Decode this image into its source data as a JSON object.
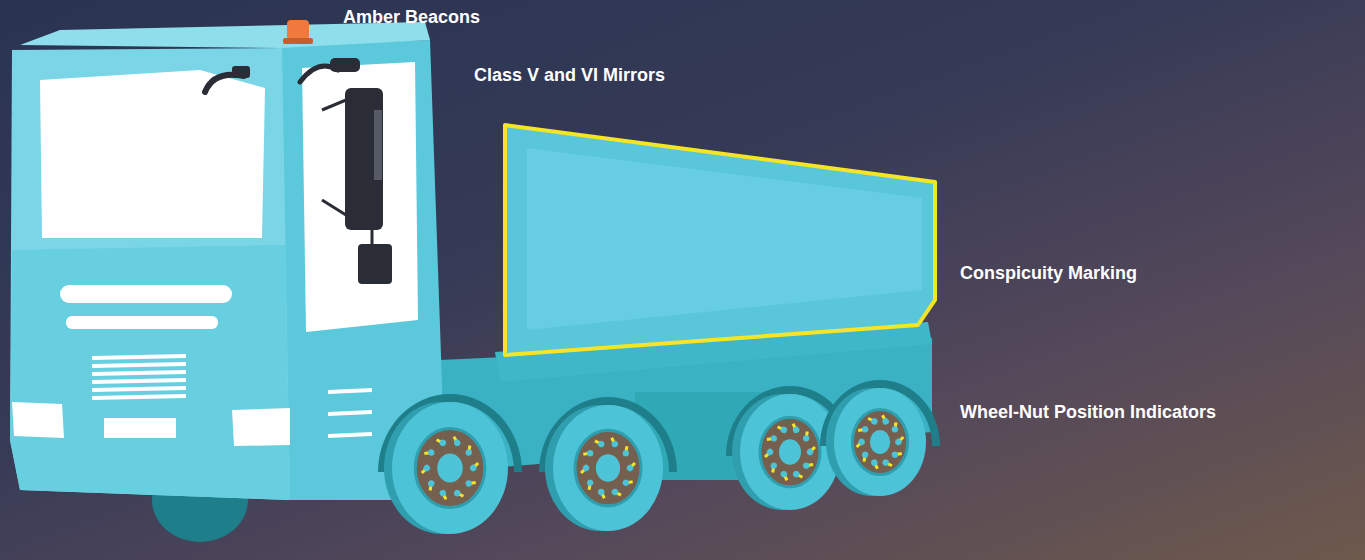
{
  "diagram": {
    "labels": [
      "Amber Beacons",
      "Class V and VI Mirrors",
      "Conspicuity Marking",
      "Wheel-Nut Position Indicators"
    ]
  }
}
